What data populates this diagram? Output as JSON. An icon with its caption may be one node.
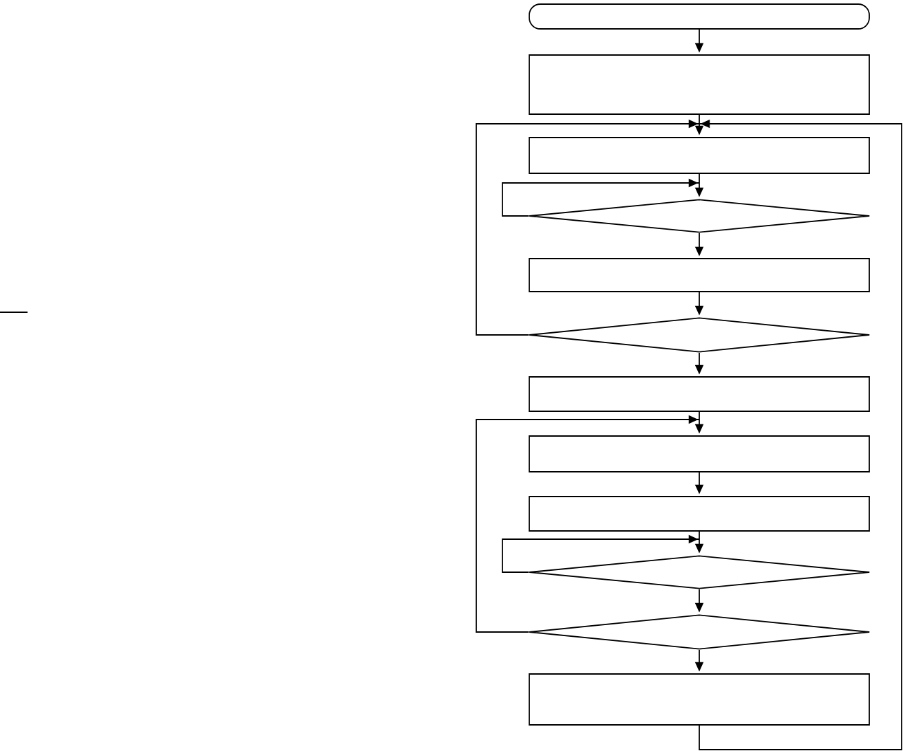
{
  "diagram": {
    "nodes": [
      {
        "text": [],
        "shape": "pill"
      },
      {
        "text": [],
        "shape": "box"
      },
      {
        "text": [],
        "shape": "box"
      },
      {
        "text": [],
        "shape": "diamond"
      },
      {
        "text": [],
        "shape": "box"
      },
      {
        "text": [],
        "shape": "diamond"
      },
      {
        "text": [],
        "shape": "box"
      },
      {
        "text": [],
        "shape": "box"
      },
      {
        "text": [],
        "shape": "box"
      },
      {
        "text": [],
        "shape": "diamond"
      },
      {
        "text": [],
        "shape": "diamond"
      },
      {
        "text": [],
        "shape": "box"
      }
    ],
    "edges": [
      {
        "from": 0,
        "to": 1,
        "arrow": "to"
      },
      {
        "from": 1,
        "to": 2,
        "arrow": "to"
      },
      {
        "from": 2,
        "to": 3,
        "arrow": "to"
      },
      {
        "from": 3,
        "to": 3,
        "arrow": "to"
      },
      {
        "from": 3,
        "to": 4,
        "arrow": "to"
      },
      {
        "from": 4,
        "to": 5,
        "arrow": "to"
      },
      {
        "from": 5,
        "to": 2,
        "arrow": "to"
      },
      {
        "from": 5,
        "to": 6,
        "arrow": "to"
      },
      {
        "from": 6,
        "to": 7,
        "arrow": "to"
      },
      {
        "from": 7,
        "to": 8,
        "arrow": "to"
      },
      {
        "from": 8,
        "to": 9,
        "arrow": "to"
      },
      {
        "from": 9,
        "to": 9,
        "arrow": "to"
      },
      {
        "from": 9,
        "to": 10,
        "arrow": "to"
      },
      {
        "from": 10,
        "to": 7,
        "arrow": "to"
      },
      {
        "from": 10,
        "to": 11,
        "arrow": "to"
      },
      {
        "from": 11,
        "to": 2,
        "arrow": "to"
      }
    ]
  }
}
